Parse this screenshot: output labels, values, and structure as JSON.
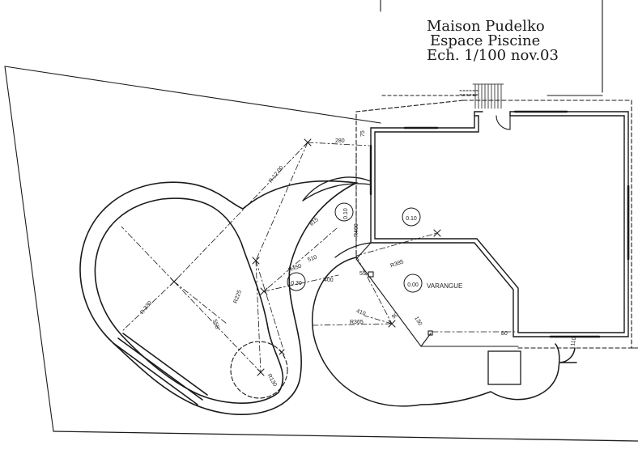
{
  "title_block": {
    "line1": "Maison Pudelko",
    "line2": "Espace Piscine",
    "line3": "Ech. 1/100 nov.03"
  },
  "dimensions": {
    "d280": "280",
    "d75": "75",
    "r1200": "R 12.00",
    "d615": "615",
    "r450": "R450",
    "d510": "510",
    "r400": "R400",
    "d400": "400",
    "r385": "R385",
    "r330": "R 330",
    "d555": "555",
    "r225": "R225",
    "r365": "R365",
    "d410": "410",
    "d90": "90",
    "d130": "130",
    "d80": "80",
    "d110": "110",
    "d55": "55",
    "r130": "R130"
  },
  "levels": {
    "lvl_terrace_left": "0.10",
    "lvl_house": "0.10",
    "lvl_pool_deck": "0.30",
    "lvl_varangue": "0.00"
  },
  "rooms": {
    "varangue": "VARANGUE"
  },
  "colors": {
    "ink": "#1a1a1a",
    "paper": "#ffffff"
  }
}
